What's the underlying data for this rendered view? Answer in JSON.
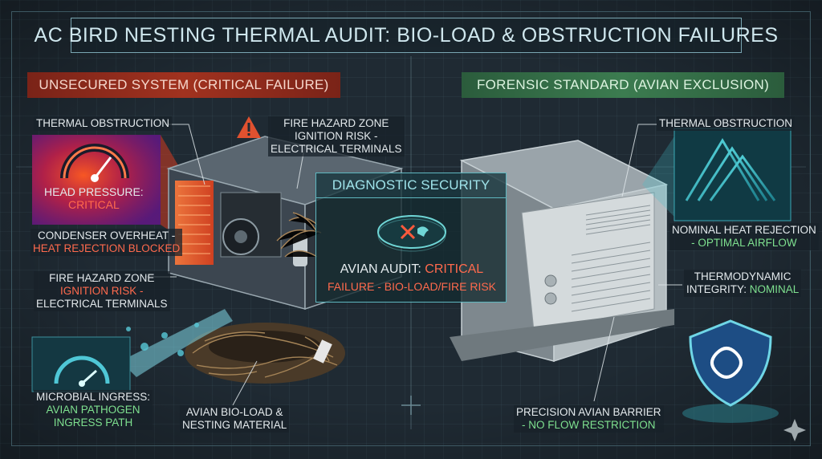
{
  "title": "AC BIRD NESTING THERMAL AUDIT: BIO-LOAD & OBSTRUCTION FAILURES",
  "left_banner": "UNSECURED SYSTEM (CRITICAL FAILURE)",
  "right_banner": "FORENSIC STANDARD (AVIAN EXCLUSION)",
  "left": {
    "thermal_obstruction": "THERMAL OBSTRUCTION",
    "head_pressure_label": "HEAD PRESSURE:",
    "head_pressure_value": "CRITICAL",
    "condenser_line1": "CONDENSER OVERHEAT -",
    "condenser_line2": "HEAT REJECTION BLOCKED",
    "fire_hazard_title": "FIRE HAZARD ZONE",
    "fire_hazard_line1": "IGNITION RISK -",
    "fire_hazard_line2": "ELECTRICAL TERMINALS",
    "microbial_title": "MICROBIAL INGRESS:",
    "microbial_line1": "AVIAN PATHOGEN",
    "microbial_line2": "INGRESS PATH",
    "nest_line1": "AVIAN BIO-LOAD &",
    "nest_line2": "NESTING MATERIAL"
  },
  "top_fire": {
    "title": "FIRE HAZARD ZONE",
    "line1": "IGNITION RISK -",
    "line2": "ELECTRICAL TERMINALS"
  },
  "diagnostic": {
    "title": "DIAGNOSTIC SECURITY",
    "audit_label": "AVIAN AUDIT:",
    "audit_value": "CRITICAL",
    "line2": "FAILURE - BIO-LOAD/FIRE RISK"
  },
  "right": {
    "thermal_obstruction": "THERMAL OBSTRUCTION",
    "nominal_line1": "NOMINAL HEAT REJECTION",
    "nominal_line2": "- OPTIMAL AIRFLOW",
    "thermo_line1": "THERMODYNAMIC",
    "thermo_label": "INTEGRITY:",
    "thermo_value": "NOMINAL",
    "barrier_line1": "PRECISION AVIAN BARRIER",
    "barrier_line2": "- NO FLOW RESTRICTION"
  },
  "icons": [
    "warning-icon",
    "gauge-icon",
    "bird-cross-icon",
    "shield-icon",
    "sparkle-icon"
  ],
  "colors": {
    "critical": "#ff6a4d",
    "nominal": "#7ee08f",
    "accent": "#6fd6d6"
  }
}
